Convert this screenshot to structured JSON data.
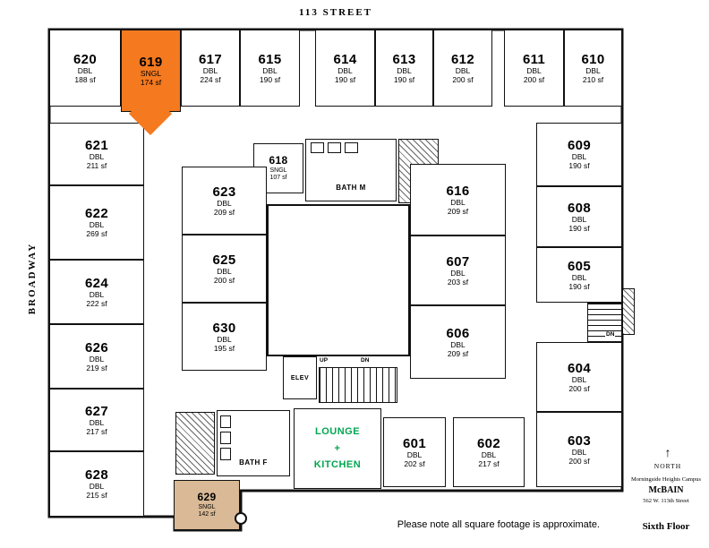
{
  "streets": {
    "top": "113 STREET",
    "left": "BROADWAY"
  },
  "rooms": {
    "r620": {
      "number": "620",
      "type": "DBL",
      "area": "188 sf"
    },
    "r619": {
      "number": "619",
      "type": "SNGL",
      "area": "174 sf"
    },
    "r617": {
      "number": "617",
      "type": "DBL",
      "area": "224 sf"
    },
    "r615": {
      "number": "615",
      "type": "DBL",
      "area": "190 sf"
    },
    "r614": {
      "number": "614",
      "type": "DBL",
      "area": "190 sf"
    },
    "r613": {
      "number": "613",
      "type": "DBL",
      "area": "190 sf"
    },
    "r612": {
      "number": "612",
      "type": "DBL",
      "area": "200 sf"
    },
    "r611": {
      "number": "611",
      "type": "DBL",
      "area": "200 sf"
    },
    "r610": {
      "number": "610",
      "type": "DBL",
      "area": "210 sf"
    },
    "r621": {
      "number": "621",
      "type": "DBL",
      "area": "211 sf"
    },
    "r622": {
      "number": "622",
      "type": "DBL",
      "area": "269 sf"
    },
    "r624": {
      "number": "624",
      "type": "DBL",
      "area": "222 sf"
    },
    "r626": {
      "number": "626",
      "type": "DBL",
      "area": "219 sf"
    },
    "r627": {
      "number": "627",
      "type": "DBL",
      "area": "217 sf"
    },
    "r628": {
      "number": "628",
      "type": "DBL",
      "area": "215 sf"
    },
    "r609": {
      "number": "609",
      "type": "DBL",
      "area": "190 sf"
    },
    "r608": {
      "number": "608",
      "type": "DBL",
      "area": "190 sf"
    },
    "r605": {
      "number": "605",
      "type": "DBL",
      "area": "190 sf"
    },
    "r604": {
      "number": "604",
      "type": "DBL",
      "area": "200 sf"
    },
    "r603": {
      "number": "603",
      "type": "DBL",
      "area": "200 sf"
    },
    "r618": {
      "number": "618",
      "type": "SNGL",
      "area": "107 sf"
    },
    "r623": {
      "number": "623",
      "type": "DBL",
      "area": "209 sf"
    },
    "r625": {
      "number": "625",
      "type": "DBL",
      "area": "200 sf"
    },
    "r630": {
      "number": "630",
      "type": "DBL",
      "area": "195 sf"
    },
    "r616": {
      "number": "616",
      "type": "DBL",
      "area": "209 sf"
    },
    "r607": {
      "number": "607",
      "type": "DBL",
      "area": "203 sf"
    },
    "r606": {
      "number": "606",
      "type": "DBL",
      "area": "209 sf"
    },
    "r601": {
      "number": "601",
      "type": "DBL",
      "area": "202 sf"
    },
    "r602": {
      "number": "602",
      "type": "DBL",
      "area": "217 sf"
    },
    "r629": {
      "number": "629",
      "type": "SNGL",
      "area": "142 sf"
    }
  },
  "facilities": {
    "bath_m": "BATH M",
    "bath_f": "BATH F",
    "elev": "ELEV",
    "up": "UP",
    "dn": "DN",
    "lounge_line1": "LOUNGE",
    "lounge_line2": "+",
    "lounge_line3": "KITCHEN"
  },
  "legend": {
    "north_arrow": "↑",
    "north": "NORTH",
    "campus": "Morningside Heights Campus",
    "building": "McBAIN",
    "address": "562 W. 113th Street",
    "floor": "Sixth Floor"
  },
  "note": "Please note all square footage is approximate.",
  "colors": {
    "highlight_orange": "#F4791F",
    "highlight_tan": "#D9B996",
    "lounge_green": "#00A650"
  }
}
